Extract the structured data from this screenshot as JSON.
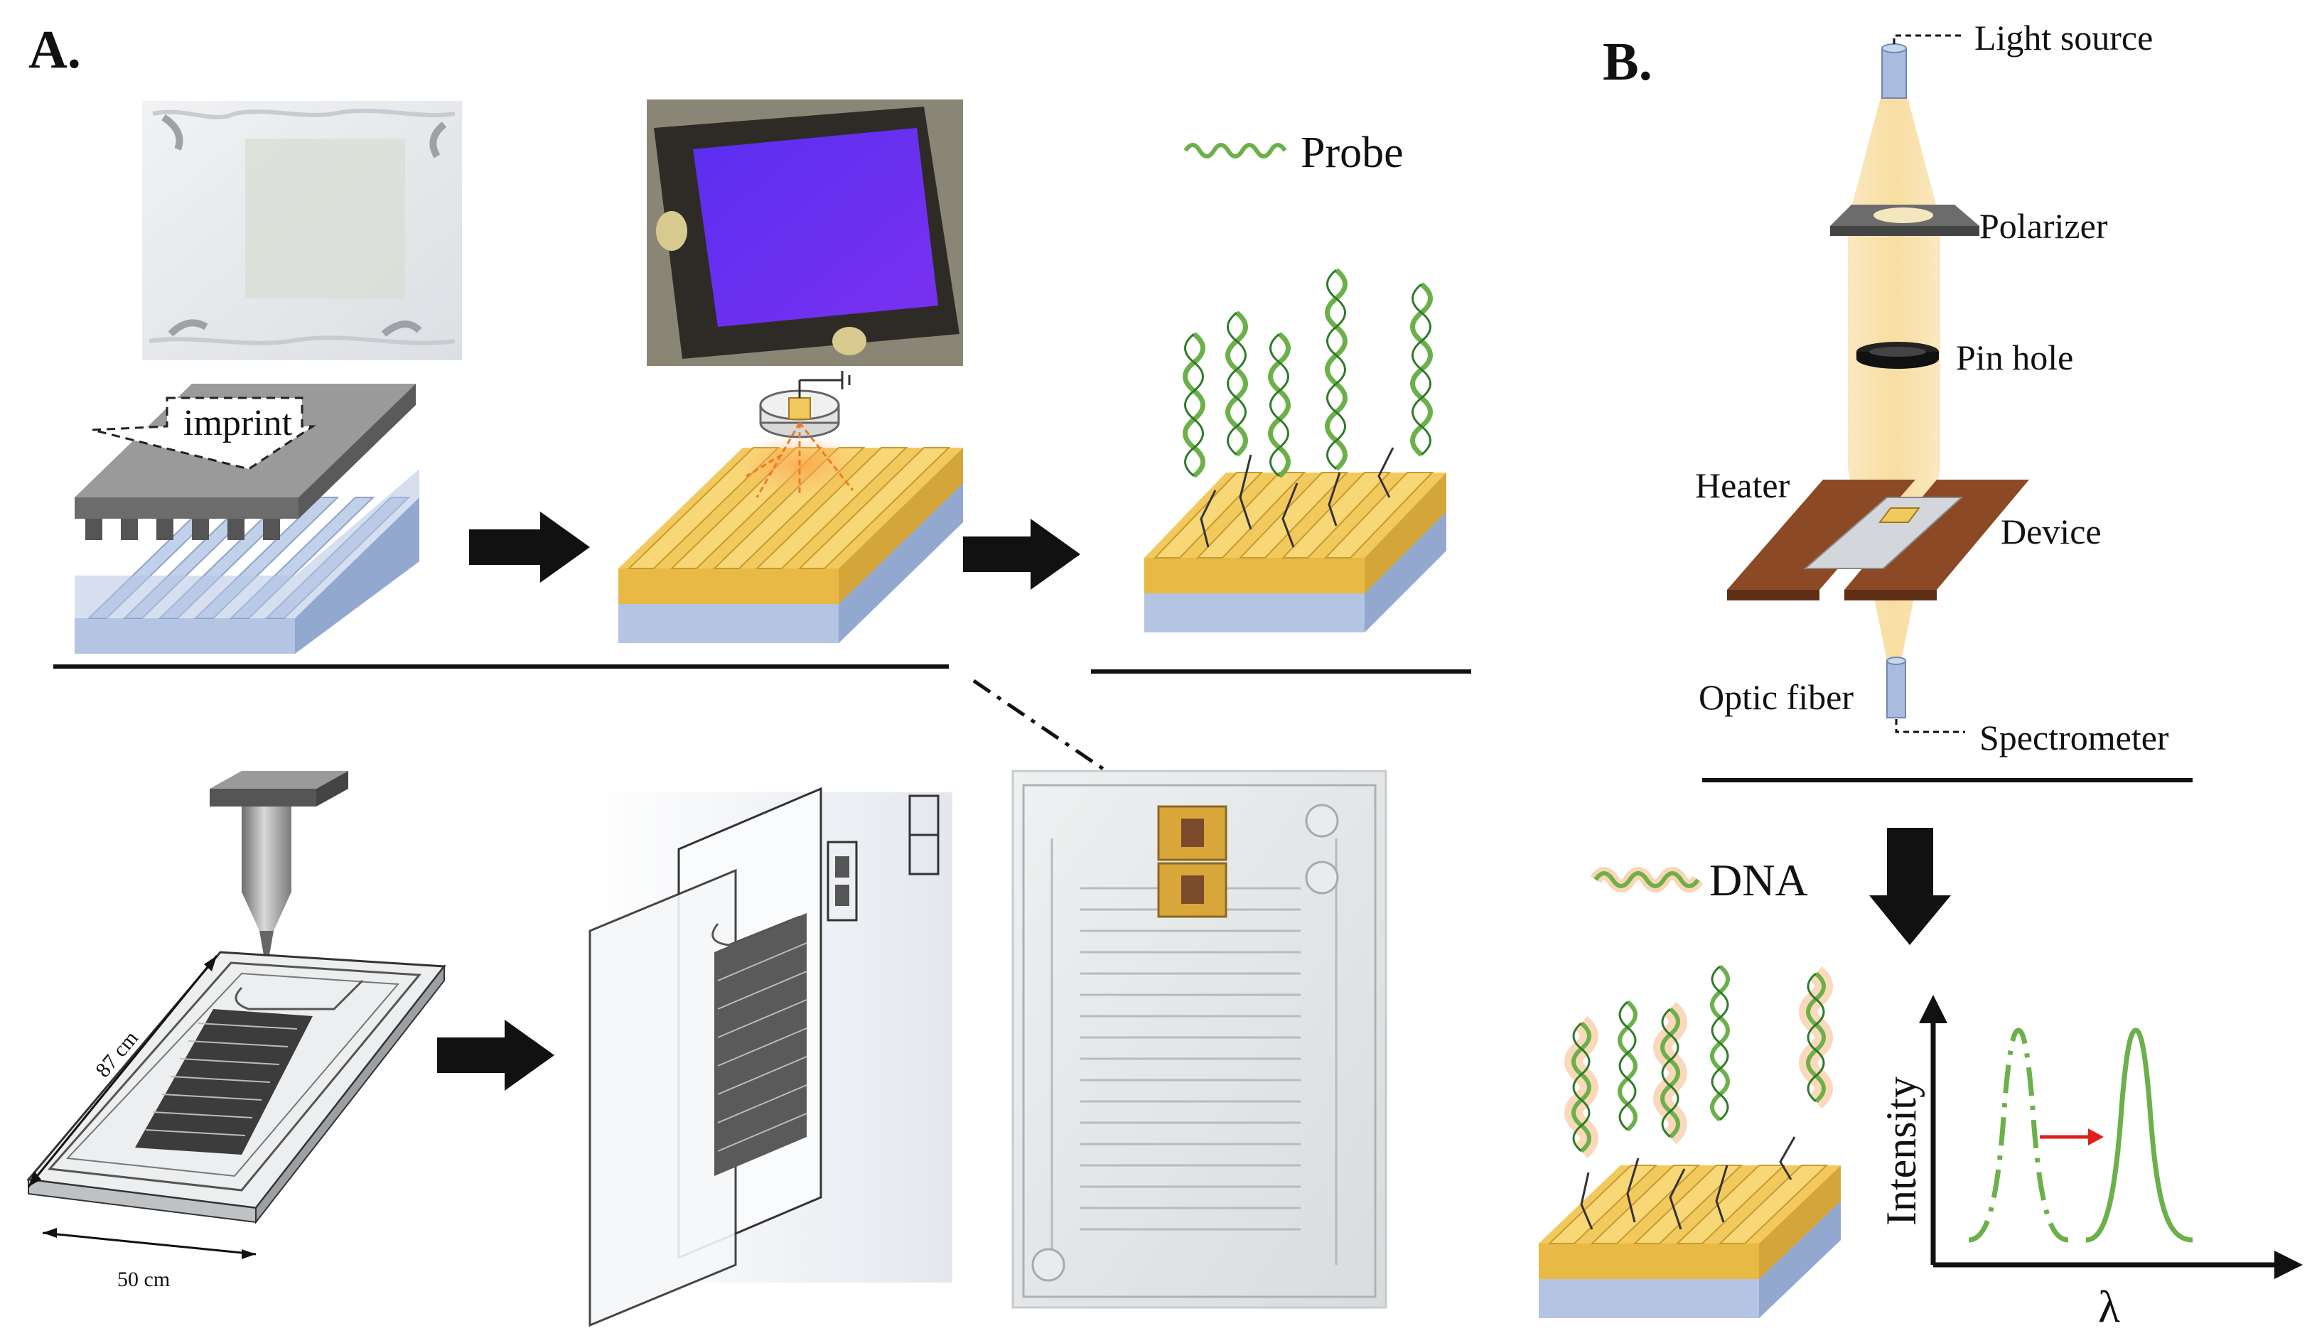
{
  "panels": {
    "a": {
      "letter": "A."
    },
    "b": {
      "letter": "B."
    }
  },
  "panel_a": {
    "imprint_label": "imprint",
    "probe_label": "Probe",
    "dim_length": "87 cm",
    "dim_width": "50 cm"
  },
  "panel_b": {
    "light_source": "Light source",
    "polarizer": "Polarizer",
    "pin_hole": "Pin hole",
    "heater": "Heater",
    "device": "Device",
    "optic_fiber": "Optic fiber",
    "spectrometer": "Spectrometer",
    "dna_label": "DNA",
    "y_axis": "Intensity",
    "x_axis": "λ"
  },
  "colors": {
    "gold": "#f2c95c",
    "gold_dark": "#caa23c",
    "substrate": "#b4c5e4",
    "mold": "#8a8a8a",
    "dna_green": "#6cb04a",
    "beam": "#f9dfa2",
    "heater_brown": "#8b4a25",
    "arrow_black": "#111111",
    "shift_red": "#e0201a",
    "uv_purple": "#6a28f0"
  }
}
